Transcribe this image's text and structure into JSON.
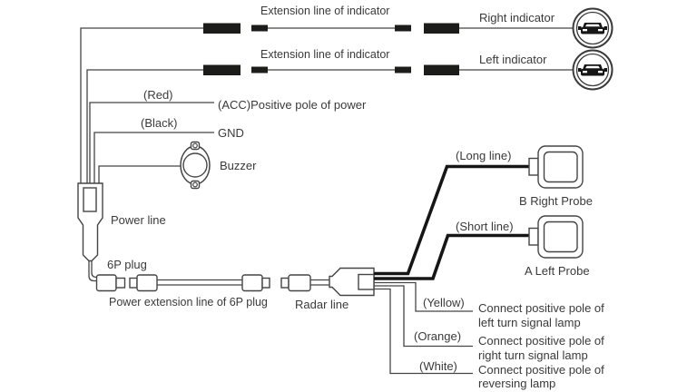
{
  "meta": {
    "background": "#ffffff",
    "line_color": "#454545",
    "block_color": "#1c1c1b",
    "text_color": "#3a3a3a"
  },
  "indicator_rows": [
    {
      "extension_label": "Extension line of indicator",
      "name_label": "Right indicator"
    },
    {
      "extension_label": "Extension line of indicator",
      "name_label": "Left indicator"
    }
  ],
  "power_section": {
    "red": "(Red)",
    "acc": "(ACC)Positive pole of power",
    "black": "(Black)",
    "gnd": "GND",
    "buzzer": "Buzzer",
    "power_line": "Power line",
    "six_p_plug": "6P plug",
    "power_extension": "Power extension line of 6P plug"
  },
  "radar_section": {
    "radar_line": "Radar line",
    "long_line": "(Long line)",
    "b_right_probe": "B Right Probe",
    "short_line": "(Short line)",
    "a_left_probe": "A Left Probe",
    "wires": [
      {
        "color_label": "(Yellow)",
        "desc_line1": "Connect positive pole of",
        "desc_line2": "left turn signal lamp"
      },
      {
        "color_label": "(Orange)",
        "desc_line1": "Connect positive pole of",
        "desc_line2": "right turn signal lamp"
      },
      {
        "color_label": "(White)",
        "desc_line1": "Connect positive pole of",
        "desc_line2": "reversing lamp"
      }
    ]
  }
}
